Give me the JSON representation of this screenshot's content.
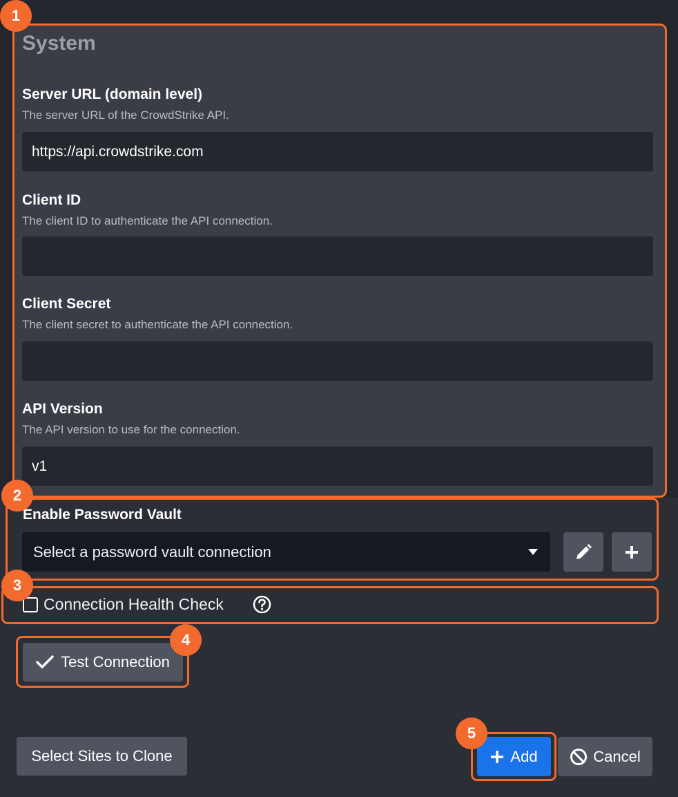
{
  "system": {
    "title": "System",
    "fields": [
      {
        "label": "Server URL (domain level)",
        "help": "The server URL of the CrowdStrike API.",
        "value": "https://api.crowdstrike.com"
      },
      {
        "label": "Client ID",
        "help": "The client ID to authenticate the API connection.",
        "value": ""
      },
      {
        "label": "Client Secret",
        "help": "The client secret to authenticate the API connection.",
        "value": ""
      },
      {
        "label": "API Version",
        "help": "The API version to use for the connection.",
        "value": "v1"
      }
    ]
  },
  "vault": {
    "label": "Enable Password Vault",
    "placeholder": "Select a password vault connection"
  },
  "health_check": {
    "label": "Connection Health Check"
  },
  "buttons": {
    "test_connection": "Test Connection",
    "select_sites": "Select Sites to Clone",
    "add": "Add",
    "cancel": "Cancel"
  },
  "badges": [
    "1",
    "2",
    "3",
    "4",
    "5"
  ],
  "colors": {
    "accent_outline": "#f26a2e",
    "primary_button": "#1a73e8",
    "panel": "#3a3d45",
    "background": "#24262d"
  },
  "icons": {
    "dropdown": "caret-down-icon",
    "edit": "pencil-icon",
    "add": "plus-icon",
    "help": "question-circle-icon",
    "check": "checkmark-icon",
    "cancel": "ban-icon"
  }
}
